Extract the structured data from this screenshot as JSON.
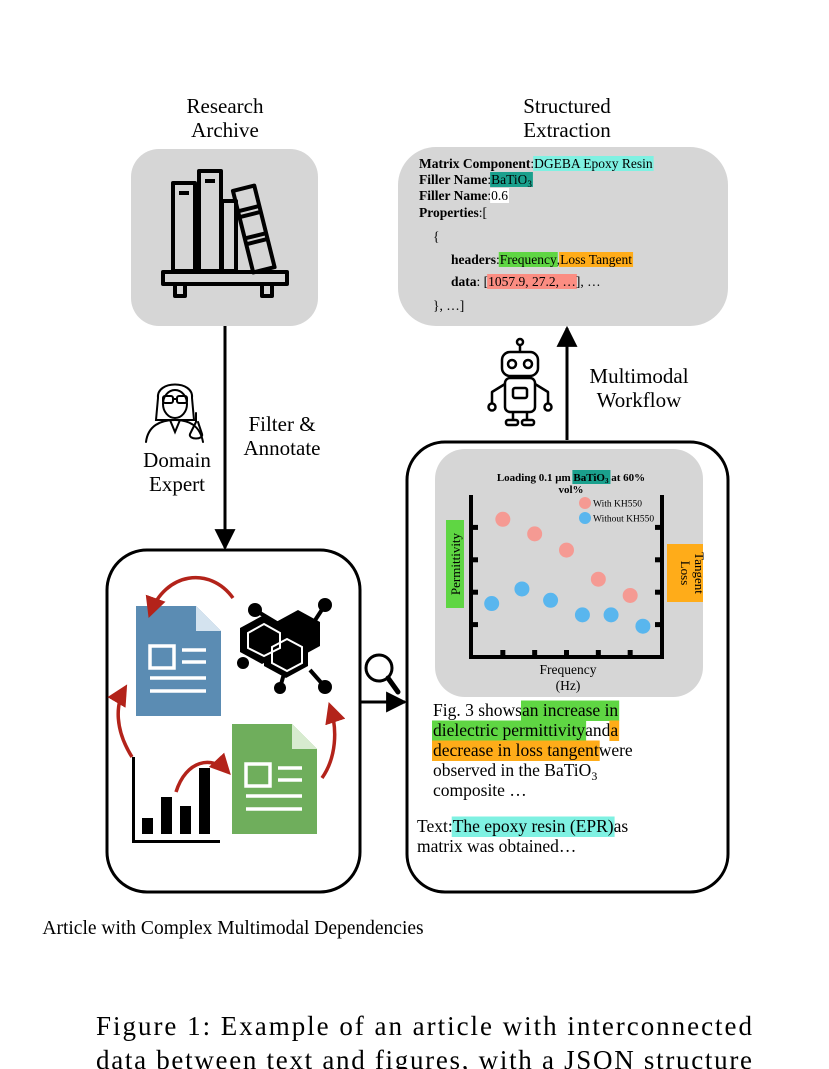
{
  "archive": {
    "title_line1": "Research",
    "title_line2": "Archive"
  },
  "extraction": {
    "title_line1": "Structured",
    "title_line2": "Extraction",
    "lines": [
      {
        "key": "Matrix Component",
        "sep": ": ",
        "value": "DGEBA Epoxy Resin",
        "hl": "#7ff1e2"
      },
      {
        "key": "Filler Name",
        "sep": ": ",
        "value": "BaTiO",
        "sub": "3",
        "hl": "#1aa08d"
      },
      {
        "key": "Filler Name",
        "sep": ": ",
        "value": "0.6",
        "hl": "#ffffff"
      },
      {
        "key": "Properties",
        "sep": ": ",
        "value": "["
      },
      {
        "text": "{"
      },
      {
        "key": "headers",
        "sep": ": ",
        "value": "Frequency",
        "hl": "#5fd643",
        "sep2": ", ",
        "value2": "Loss Tangent",
        "hl2": "#ffac19"
      },
      {
        "key": "data",
        "sep": ": [",
        "value": "1057.9, 27.2, …",
        "hl": "#fb8d82",
        "tail": "], …"
      },
      {
        "text": "}, …]"
      }
    ]
  },
  "expert": {
    "label_line1": "Domain",
    "label_line2": "Expert"
  },
  "filter": {
    "label_line1": "Filter &",
    "label_line2": "Annotate"
  },
  "workflow": {
    "label_line1": "Multimodal",
    "label_line2": "Workflow"
  },
  "article": {
    "caption": "Article with Complex Multimodal Dependencies"
  },
  "chart_data": {
    "type": "scatter",
    "title_prefix": "Loading 0.1 μm ",
    "title_highlight": "BaTiO",
    "title_highlight_sub": "3",
    "title_suffix": " at 60%",
    "title_line2": "vol%",
    "xlabel_line1": "Frequency",
    "xlabel_line2": "(Hz)",
    "ylabel_left": "Permittivity",
    "ylabel_right_line1": "Loss",
    "ylabel_right_line2": "Tangent",
    "xlim": [
      0,
      6
    ],
    "ylim": [
      0,
      10
    ],
    "series": [
      {
        "name": "With KH550",
        "color": "#f59a93",
        "x": [
          1,
          2,
          3,
          4,
          5
        ],
        "y": [
          8.5,
          7.6,
          6.6,
          4.8,
          3.8
        ]
      },
      {
        "name": "Without KH550",
        "color": "#59b6ee",
        "x": [
          0.65,
          1.6,
          2.5,
          3.5,
          4.4,
          5.4
        ],
        "y": [
          3.3,
          4.2,
          3.5,
          2.6,
          2.6,
          1.9
        ]
      }
    ],
    "grid": false
  },
  "paragraph": {
    "lines": [
      [
        {
          "t": "Fig. 3 shows "
        },
        {
          "t": "an increase in",
          "hl": "#5fd643"
        }
      ],
      [
        {
          "t": "dielectric permittivity",
          "hl": "#5fd643"
        },
        {
          "t": " and "
        },
        {
          "t": "a",
          "hl": "#ffac19"
        }
      ],
      [
        {
          "t": "decrease in loss tangent",
          "hl": "#ffac19"
        },
        {
          "t": " were"
        }
      ],
      [
        {
          "t": "observed in the BaTiO"
        },
        {
          "t": "3",
          "sub": true
        }
      ],
      [
        {
          "t": "composite …"
        }
      ]
    ]
  },
  "text_snippet": {
    "lines": [
      [
        {
          "t": "Text: "
        },
        {
          "t": "The epoxy resin (EPR)",
          "hl": "#7ff1e2"
        },
        {
          "t": " as"
        }
      ],
      [
        {
          "t": "matrix was obtained…"
        }
      ]
    ]
  },
  "figure_caption": {
    "line1": "Figure 1:  Example of an article with interconnected",
    "line2": "data between text and figures, with a JSON structure"
  },
  "colors": {
    "panel_gray": "#d6d6d6",
    "doc_blue": "#5b8cb3",
    "doc_green": "#6fae5c",
    "arrow_red": "#b3231a"
  }
}
